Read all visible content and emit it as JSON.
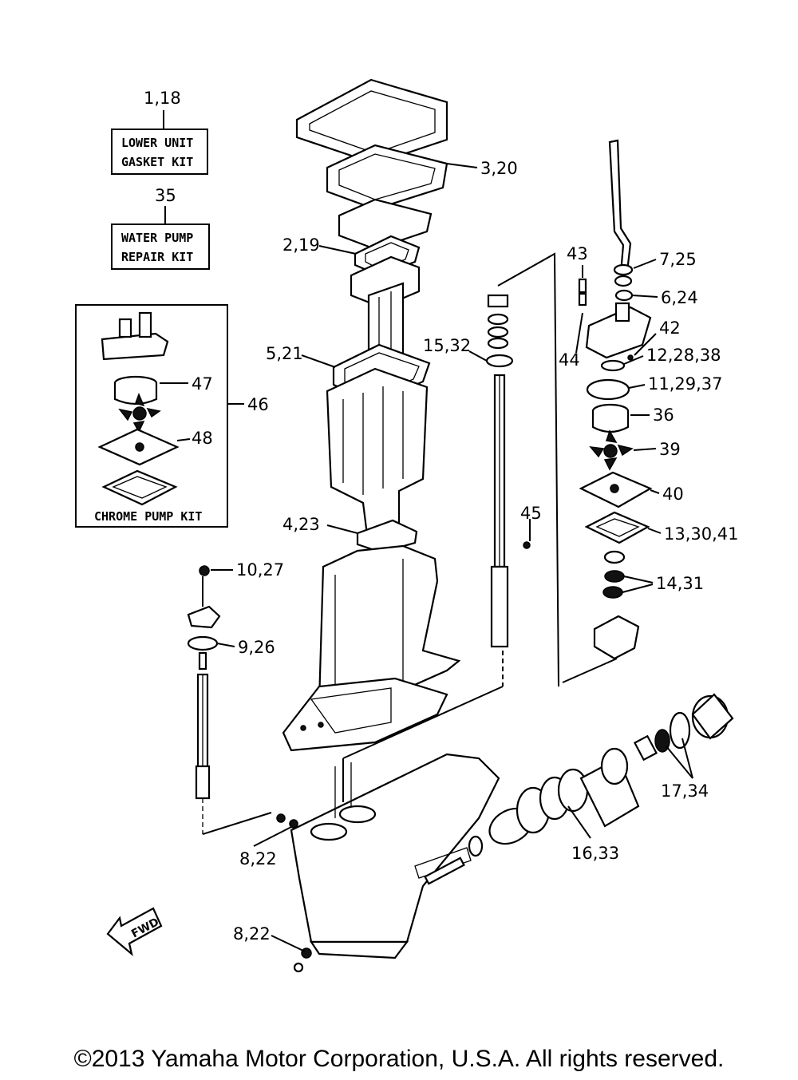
{
  "kits": {
    "lower_unit_gasket_kit": {
      "ref": "1,18",
      "line1": "LOWER UNIT",
      "line2": "GASKET KIT"
    },
    "water_pump_repair_kit": {
      "ref": "35",
      "line1": "WATER PUMP",
      "line2": "REPAIR KIT"
    },
    "chrome_pump_kit": {
      "ref": "46",
      "title": "CHROME PUMP KIT",
      "parts": [
        "47",
        "48"
      ]
    }
  },
  "callouts": {
    "c3_20": "3,20",
    "c2_19": "2,19",
    "c5_21": "5,21",
    "c4_23": "4,23",
    "c10_27": "10,27",
    "c9_26": "9,26",
    "c8_22a": "8,22",
    "c8_22b": "8,22",
    "c15_32": "15,32",
    "c45": "45",
    "c43": "43",
    "c44": "44",
    "c7_25": "7,25",
    "c6_24": "6,24",
    "c42": "42",
    "c12_28_38": "12,28,38",
    "c11_29_37": "11,29,37",
    "c36": "36",
    "c39": "39",
    "c40": "40",
    "c13_30_41": "13,30,41",
    "c14_31": "14,31",
    "c17_34": "17,34",
    "c16_33": "16,33"
  },
  "fwd_label": "FWD",
  "copyright": "©2013 Yamaha Motor Corporation, U.S.A. All rights reserved."
}
